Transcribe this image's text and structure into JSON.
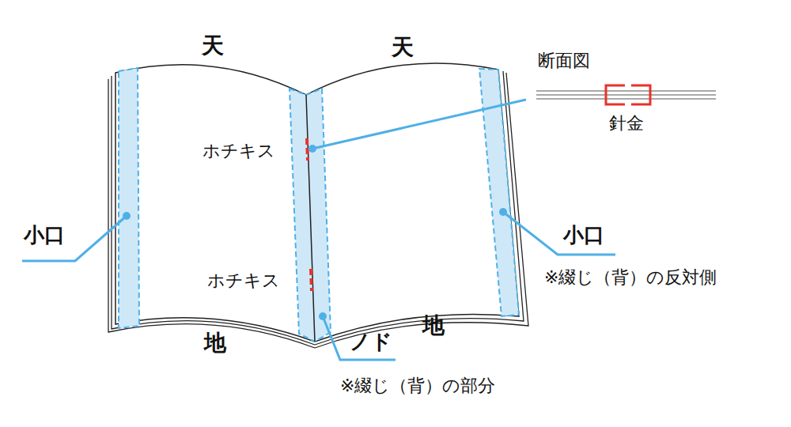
{
  "diagram": {
    "labels": [
      "天",
      "天",
      "断面図",
      "針金",
      "ホチキス",
      "小口",
      "小口",
      "※綴じ（背）の反対側",
      "ホチキス",
      "地",
      "ノド",
      "地",
      "※綴じ（背）の部分"
    ]
  }
}
